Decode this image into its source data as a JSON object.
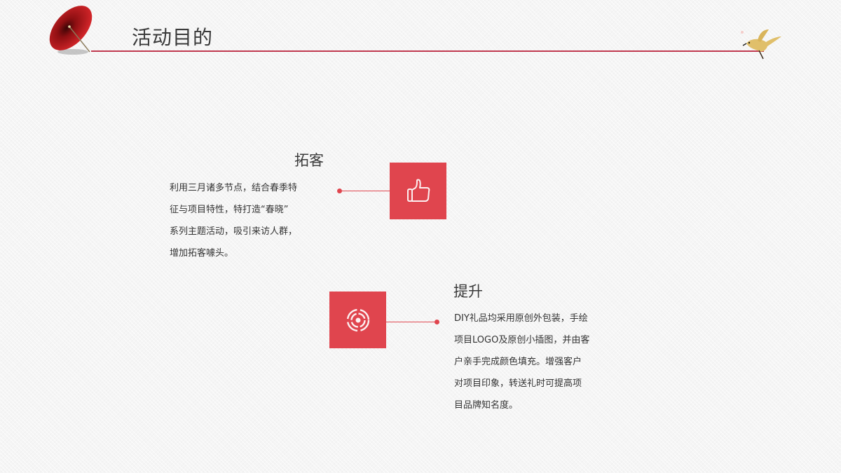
{
  "header": {
    "title": "活动目的",
    "decorations": [
      "red-umbrella",
      "golden-bird"
    ],
    "line_color": "#c0394f"
  },
  "blocks": [
    {
      "title": "拓客",
      "icon": "thumbs-up-icon",
      "text_lines": [
        "利用三月诸多节点，结合春季特",
        "征与项目特性，特打造“春晓”",
        "系列主题活动，吸引来访人群，",
        "增加拓客噱头。"
      ]
    },
    {
      "title": "提升",
      "icon": "target-icon",
      "text_lines": [
        "DIY礼品均采用原创外包装，手绘",
        "项目LOGO及原创小插图，并由客",
        "户亲手完成颜色填充。增强客户",
        "对项目印象，转送礼时可提高项",
        "目品牌知名度。"
      ]
    }
  ],
  "colors": {
    "accent": "#e0454e",
    "title_text": "#3a3a3a",
    "body_text": "#333333",
    "background": "#f5f5f5"
  }
}
